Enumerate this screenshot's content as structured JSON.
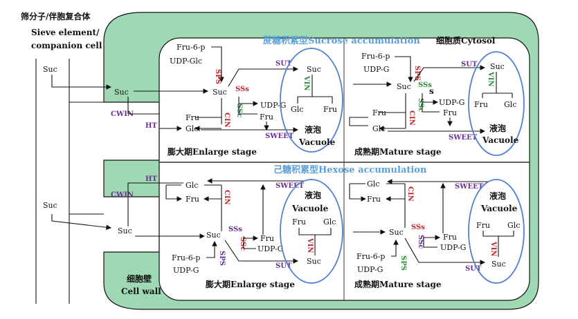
{
  "colors": {
    "cell_wall": "#9fd9b4",
    "vacuole_outline": "#4f7fd6",
    "title_blue": "#5aa0d8",
    "enzyme_red": "#c0262d",
    "enzyme_green": "#2e8b3e",
    "enzyme_purple": "#6a2d91"
  },
  "left": {
    "sieve_cn": "筛分子/伴胞复合体",
    "sieve_en1": "Sieve element/",
    "sieve_en2": "companion cell",
    "suc_top": "Suc",
    "suc_bottom": "Suc",
    "apo_suc_top": "Suc",
    "apo_suc_bottom": "Suc",
    "cwin_top": "CWIN",
    "cwin_bottom": "CWIN",
    "ht_top": "HT",
    "ht_bottom": "HT",
    "cellwall_cn": "细胞壁",
    "cellwall_en": "Cell wall"
  },
  "titles": {
    "sucrose": "蔗糖积累型Sucrose accumulation",
    "hexose": "己糖积累型Hexose accumulation",
    "cytosol": "细胞质Cytosol"
  },
  "q1": {
    "fru6p": "Fru-6-p",
    "udpglc": "UDP-Glc",
    "sps": "SPS",
    "suc": "Suc",
    "sss": "SSs",
    "udpg": "UDP-G",
    "ssc": "SSc",
    "fru_ssc": "Fru",
    "cin": "CIN",
    "fru": "Fru",
    "glc": "Glc",
    "sut": "SUT",
    "sweet": "SWEET",
    "vac_suc": "Suc",
    "vin": "VIN",
    "vac_glc": "Glc",
    "vac_fru": "Fru",
    "vac_cn": "液泡",
    "vac_en": "Vacuole",
    "stage": "膨大期Enlarge stage"
  },
  "q2": {
    "fru6p": "Fru-6-p",
    "udpg_top": "UDP-G",
    "sps": "SPS",
    "suc": "Suc",
    "sss": "SSs",
    "s": "s",
    "udpg": "UDP-G",
    "ssc": "SSc",
    "fru_ssc": "Fru",
    "cin": "CIN",
    "fru": "Fru",
    "glc": "Glc",
    "sut": "SUT",
    "sweet": "SWEET",
    "vac_suc": "Suc",
    "vin": "VIN",
    "vac_fru": "Fru",
    "vac_glc": "Glc",
    "vac_cn": "液泡",
    "vac_en": "Vacuole",
    "stage": "成熟期Mature stage"
  },
  "q3": {
    "glc": "Glc",
    "fru": "Fru",
    "cin": "CIN",
    "sweet": "SWEET",
    "suc": "Suc",
    "sss": "SSs",
    "ssc": "SSc",
    "fru_ssc": "Fru",
    "udpg": "UDP-G",
    "fru6p": "Fru-6-p",
    "udpg2": "UDP-G",
    "sps": "SPS",
    "sut": "SUT",
    "vac_cn": "液泡",
    "vac_en": "Vacuole",
    "vac_fru": "Fru",
    "vac_glc": "Glc",
    "vin": "VIN",
    "vac_suc": "Suc",
    "stage": "膨大期Enlarge stage"
  },
  "q4": {
    "glc": "Glc",
    "fru": "Fru",
    "cin": "CIN",
    "sweet": "SWEET",
    "suc": "Suc",
    "sss": "SSs",
    "ssc": "SSc",
    "fru_ssc": "Fru",
    "udpg": "UDP-G",
    "fru6p": "Fru-6-p",
    "udpg2": "UDP-G",
    "sps": "SPS",
    "sut": "SUT",
    "vac_cn": "液泡",
    "vac_en": "Vacuole",
    "vac_fru": "Fru",
    "vac_glc": "Glc",
    "vin": "VIN",
    "vac_suc": "Suc",
    "stage": "成熟期Mature stage"
  }
}
